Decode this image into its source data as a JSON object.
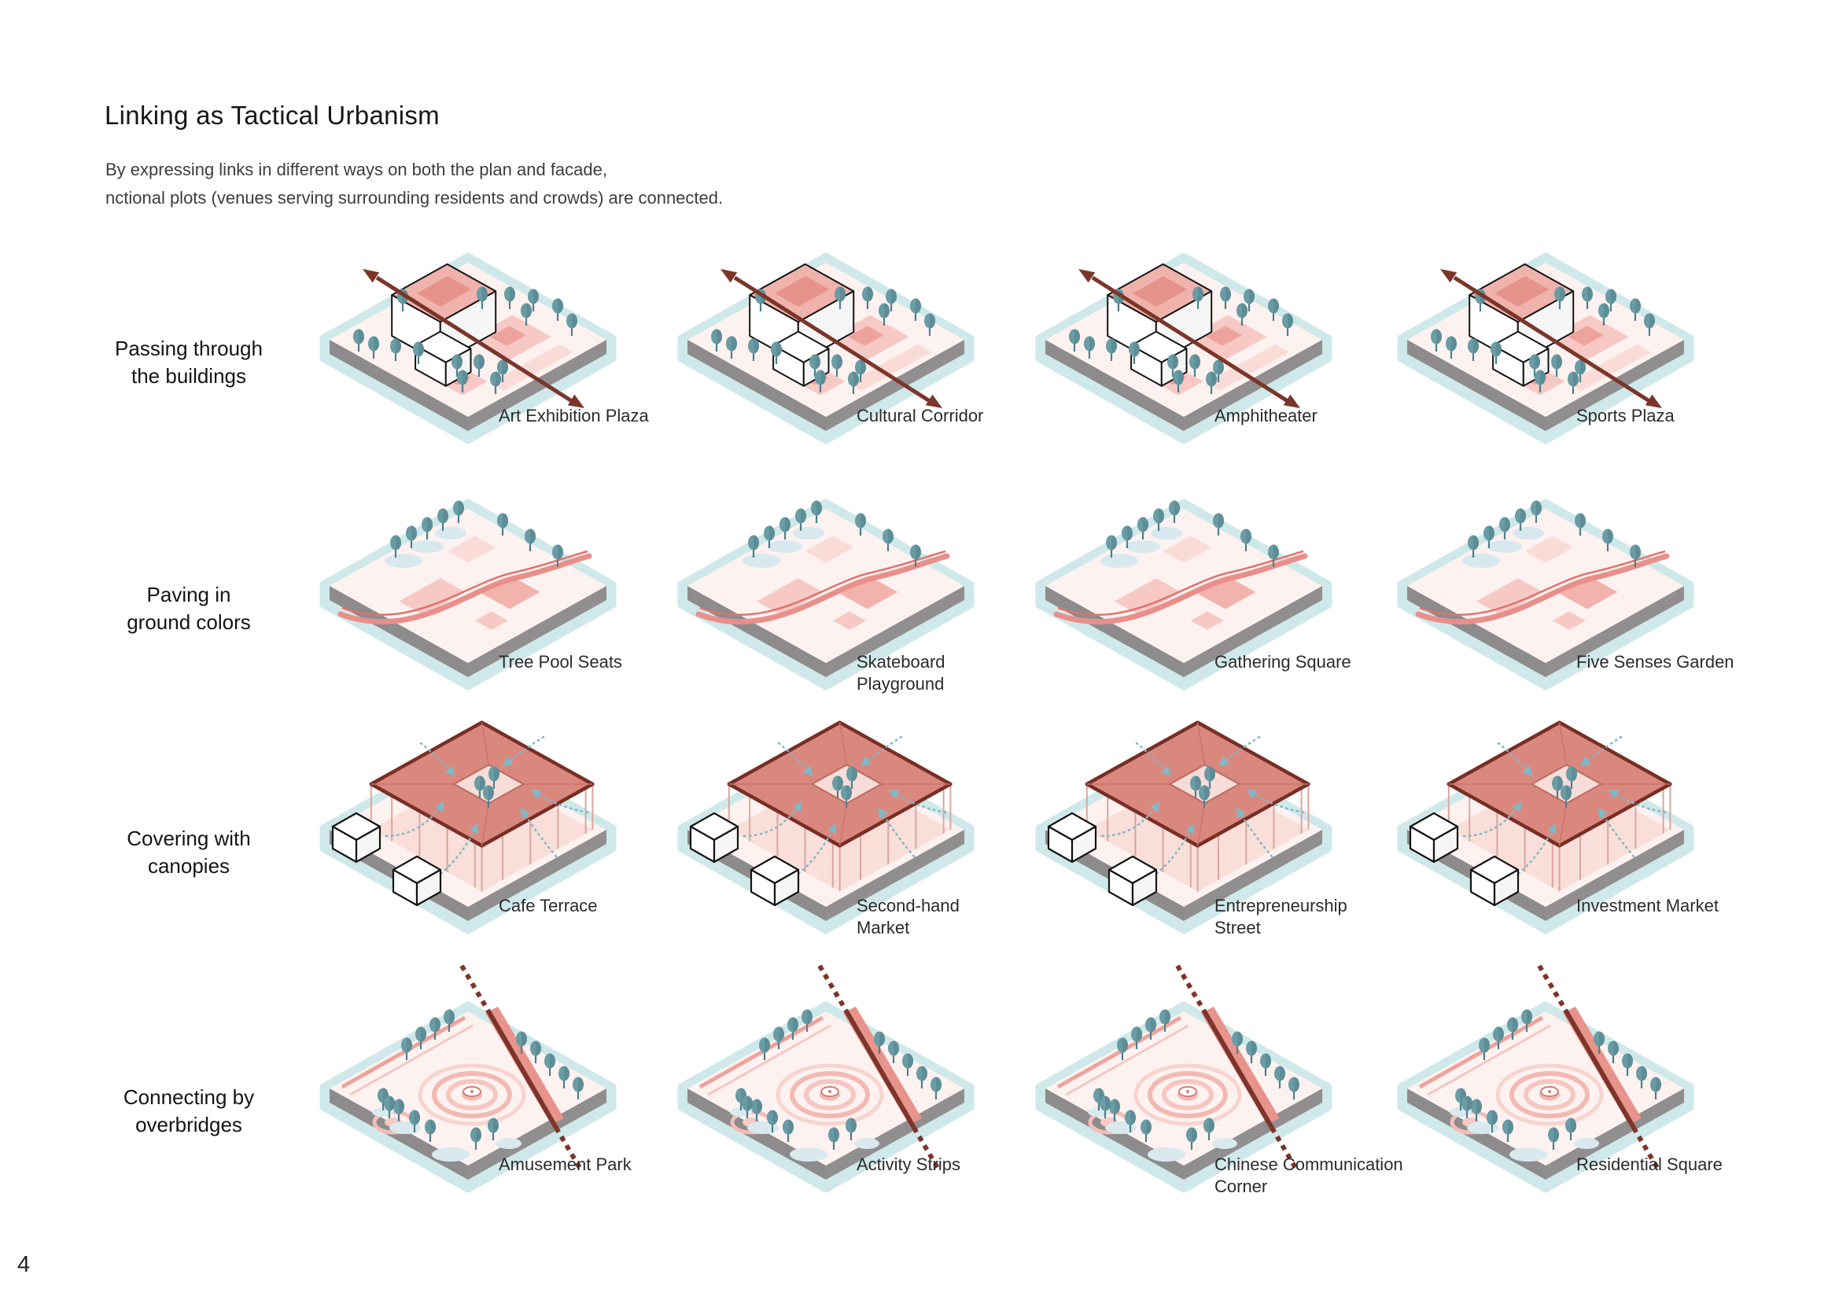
{
  "header": {
    "title": "Linking as Tactical Urbanism",
    "subtitle_line1": "By expressing links in different ways on both the plan and facade,",
    "subtitle_line2": "nctional plots (venues serving surrounding residents and crowds) are connected."
  },
  "footer": {
    "page_number": "4"
  },
  "palette": {
    "background": "#ffffff",
    "text_primary": "#161616",
    "text_secondary": "#3d3d3d",
    "link_arrow_maroon": "#7b352a",
    "canopy_salmon": "#da887e",
    "paving_pink": "#f2b3ac",
    "ground_pale_pink": "#fdf2f0",
    "tree_teal": "#699ca4",
    "flow_arrow_teal": "#80b8c7",
    "plinth_grey": "#8d8b8c",
    "plinth_mint": "#cfe8e9"
  },
  "icons": {
    "tree": "tree-icon",
    "link_arrow": "link-arrow-icon",
    "bridge_dashed_line": "bridge-dashed-line-icon",
    "flow_dashed_arrow": "flow-dashed-arrow-icon"
  },
  "grid": {
    "rows": [
      {
        "label": "Passing through\nthe buildings",
        "variant": "passthrough",
        "tiles": [
          {
            "caption": "Art Exhibition Plaza"
          },
          {
            "caption": "Cultural Corridor"
          },
          {
            "caption": "Amphitheater"
          },
          {
            "caption": "Sports Plaza"
          }
        ]
      },
      {
        "label": "Paving in\nground colors",
        "variant": "paving",
        "tiles": [
          {
            "caption": "Tree Pool Seats"
          },
          {
            "caption": "Skateboard\nPlayground"
          },
          {
            "caption": "Gathering Square"
          },
          {
            "caption": "Five Senses Garden"
          }
        ]
      },
      {
        "label": "Covering with\ncanopies",
        "variant": "canopy",
        "tiles": [
          {
            "caption": "Cafe Terrace"
          },
          {
            "caption": "Second-hand\nMarket"
          },
          {
            "caption": "Entrepreneurship\nStreet"
          },
          {
            "caption": "Investment Market"
          }
        ]
      },
      {
        "label": "Connecting by\noverbridges",
        "variant": "overbridge",
        "tiles": [
          {
            "caption": "Amusement Park"
          },
          {
            "caption": "Activity Strips"
          },
          {
            "caption": "Chinese Communication\nCorner"
          },
          {
            "caption": "Residential Square"
          }
        ]
      }
    ]
  }
}
